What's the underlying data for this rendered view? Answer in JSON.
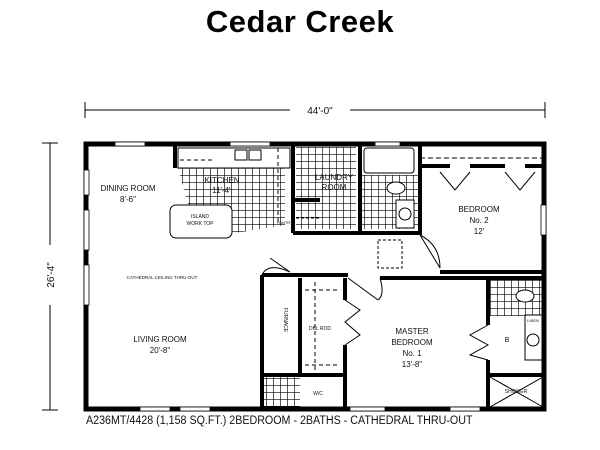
{
  "title": "Cedar Creek",
  "dimensions": {
    "width": "44'-0\"",
    "depth": "26'-4\""
  },
  "rooms": {
    "dining": {
      "name": "DINING ROOM",
      "size": "8'-6\""
    },
    "kitchen": {
      "name": "KITCHEN",
      "size": "11'-4\""
    },
    "island": {
      "line1": "ISLAND",
      "line2": "WORK TOP"
    },
    "pantry": "PANTRY",
    "laundry": {
      "name": "LAUNDRY",
      "line2": "ROOM"
    },
    "bedroom2": {
      "name": "BEDROOM",
      "line2": "No. 2",
      "size": "12'"
    },
    "cathedral_note": "CATHEDRAL CEILING THRU-OUT",
    "living": {
      "name": "LIVING ROOM",
      "size": "20'-8\""
    },
    "furnace": "FURNACE",
    "closet": "DBL ROD",
    "master": {
      "name": "MASTER",
      "line2": "BEDROOM",
      "line3": "No. 1",
      "size": "13'-8\""
    },
    "master_bath": "B",
    "linen": "LINEN",
    "shower": "SHOWER",
    "wc": "W/C"
  },
  "caption": "A236MT/4428 (1,158 SQ.FT.) 2BEDROOM - 2BATHS - CATHEDRAL THRU-OUT"
}
